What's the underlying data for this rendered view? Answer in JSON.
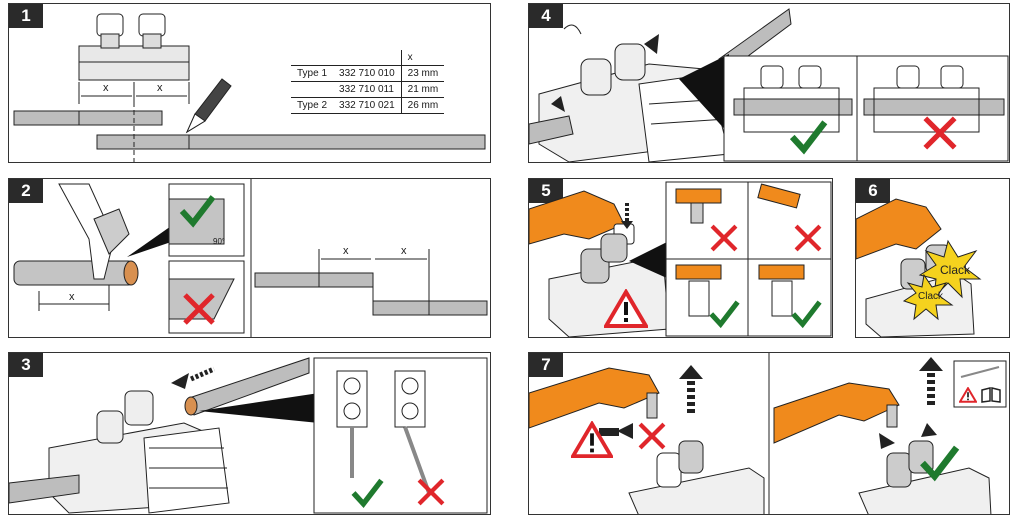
{
  "steps": [
    "1",
    "2",
    "3",
    "4",
    "5",
    "6",
    "7"
  ],
  "dims": {
    "x": "x"
  },
  "angle": "90°",
  "table": {
    "header": "x",
    "rows": [
      {
        "type": "Type 1",
        "part": "332 710 010",
        "x": "23 mm"
      },
      {
        "type": "",
        "part": "332 710 011",
        "x": "21 mm"
      },
      {
        "type": "Type 2",
        "part": "332 710 021",
        "x": "26 mm"
      }
    ]
  },
  "clack": [
    "Clack",
    "Clack"
  ],
  "colors": {
    "orange": "#F08A1C",
    "check": "#1F7A2E",
    "cross": "#E0262B",
    "warn": "#E0262B",
    "frame": "#333333",
    "gray": "#BEBEBE"
  },
  "icons": [
    "check-icon",
    "cross-icon",
    "warning-icon",
    "arrow-down-icon",
    "arrow-up-icon",
    "book-icon",
    "eye-icon",
    "pencil-icon"
  ]
}
